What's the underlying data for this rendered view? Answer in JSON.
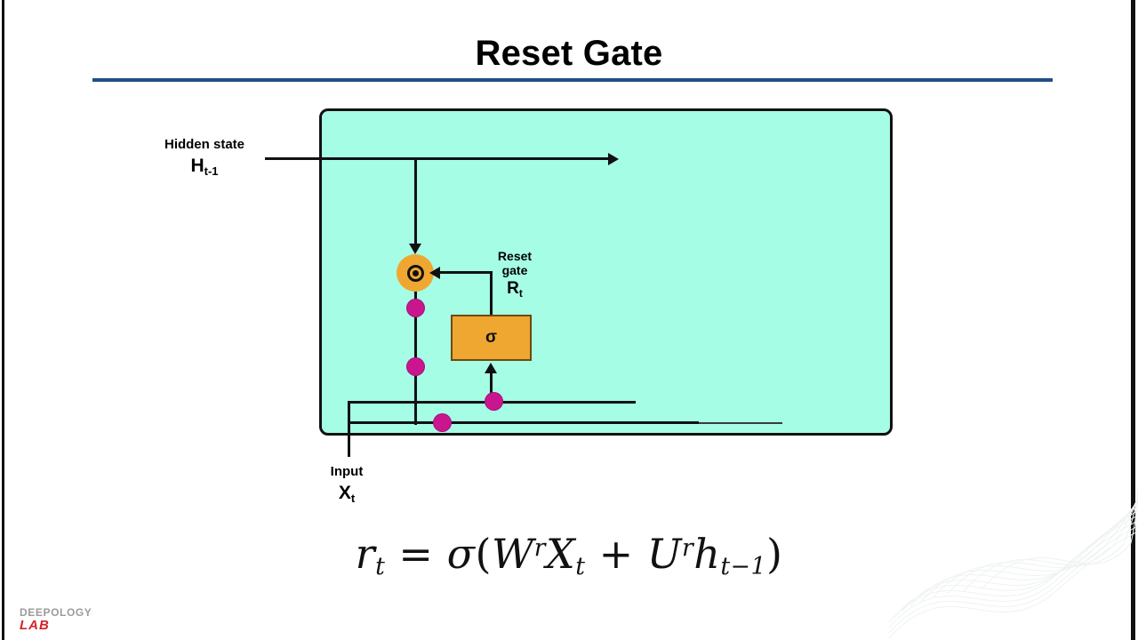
{
  "slide": {
    "title": "Reset Gate",
    "accent_rule_color": "#1f5084",
    "background": "#ffffff"
  },
  "diagram": {
    "cell_fill": "#a6fde5",
    "cell_border": "#111111",
    "node_orange": "#efa732",
    "dot_magenta": "#c9168f",
    "hidden_state": {
      "caption": "Hidden state",
      "symbol": "H",
      "subscript": "t-1"
    },
    "input": {
      "caption": "Input",
      "symbol": "X",
      "subscript": "t"
    },
    "reset_gate": {
      "caption_line1": "Reset",
      "caption_line2": "gate",
      "symbol": "R",
      "subscript": "t"
    },
    "sigma_box": {
      "label": "σ"
    },
    "multiply_node": {
      "symbol": "⊙"
    }
  },
  "formula": {
    "lhs_var": "r",
    "lhs_sub": "t",
    "equals": "=",
    "sigma": "σ",
    "open_paren": "(",
    "w_var": "W",
    "w_sup": "r",
    "x_var": "X",
    "x_sub": "t",
    "plus": "+",
    "u_var": "U",
    "u_sup": "r",
    "h_var": "h",
    "h_sub": "t−1",
    "close_paren": ")",
    "plain": "r_t = σ(W^r X_t + U^r h_{t-1})"
  },
  "watermark": {
    "line1": "DEEPOLOGY",
    "line2": "LAB",
    "line1_color": "#9b9b9b",
    "line2_color": "#d2232a"
  }
}
